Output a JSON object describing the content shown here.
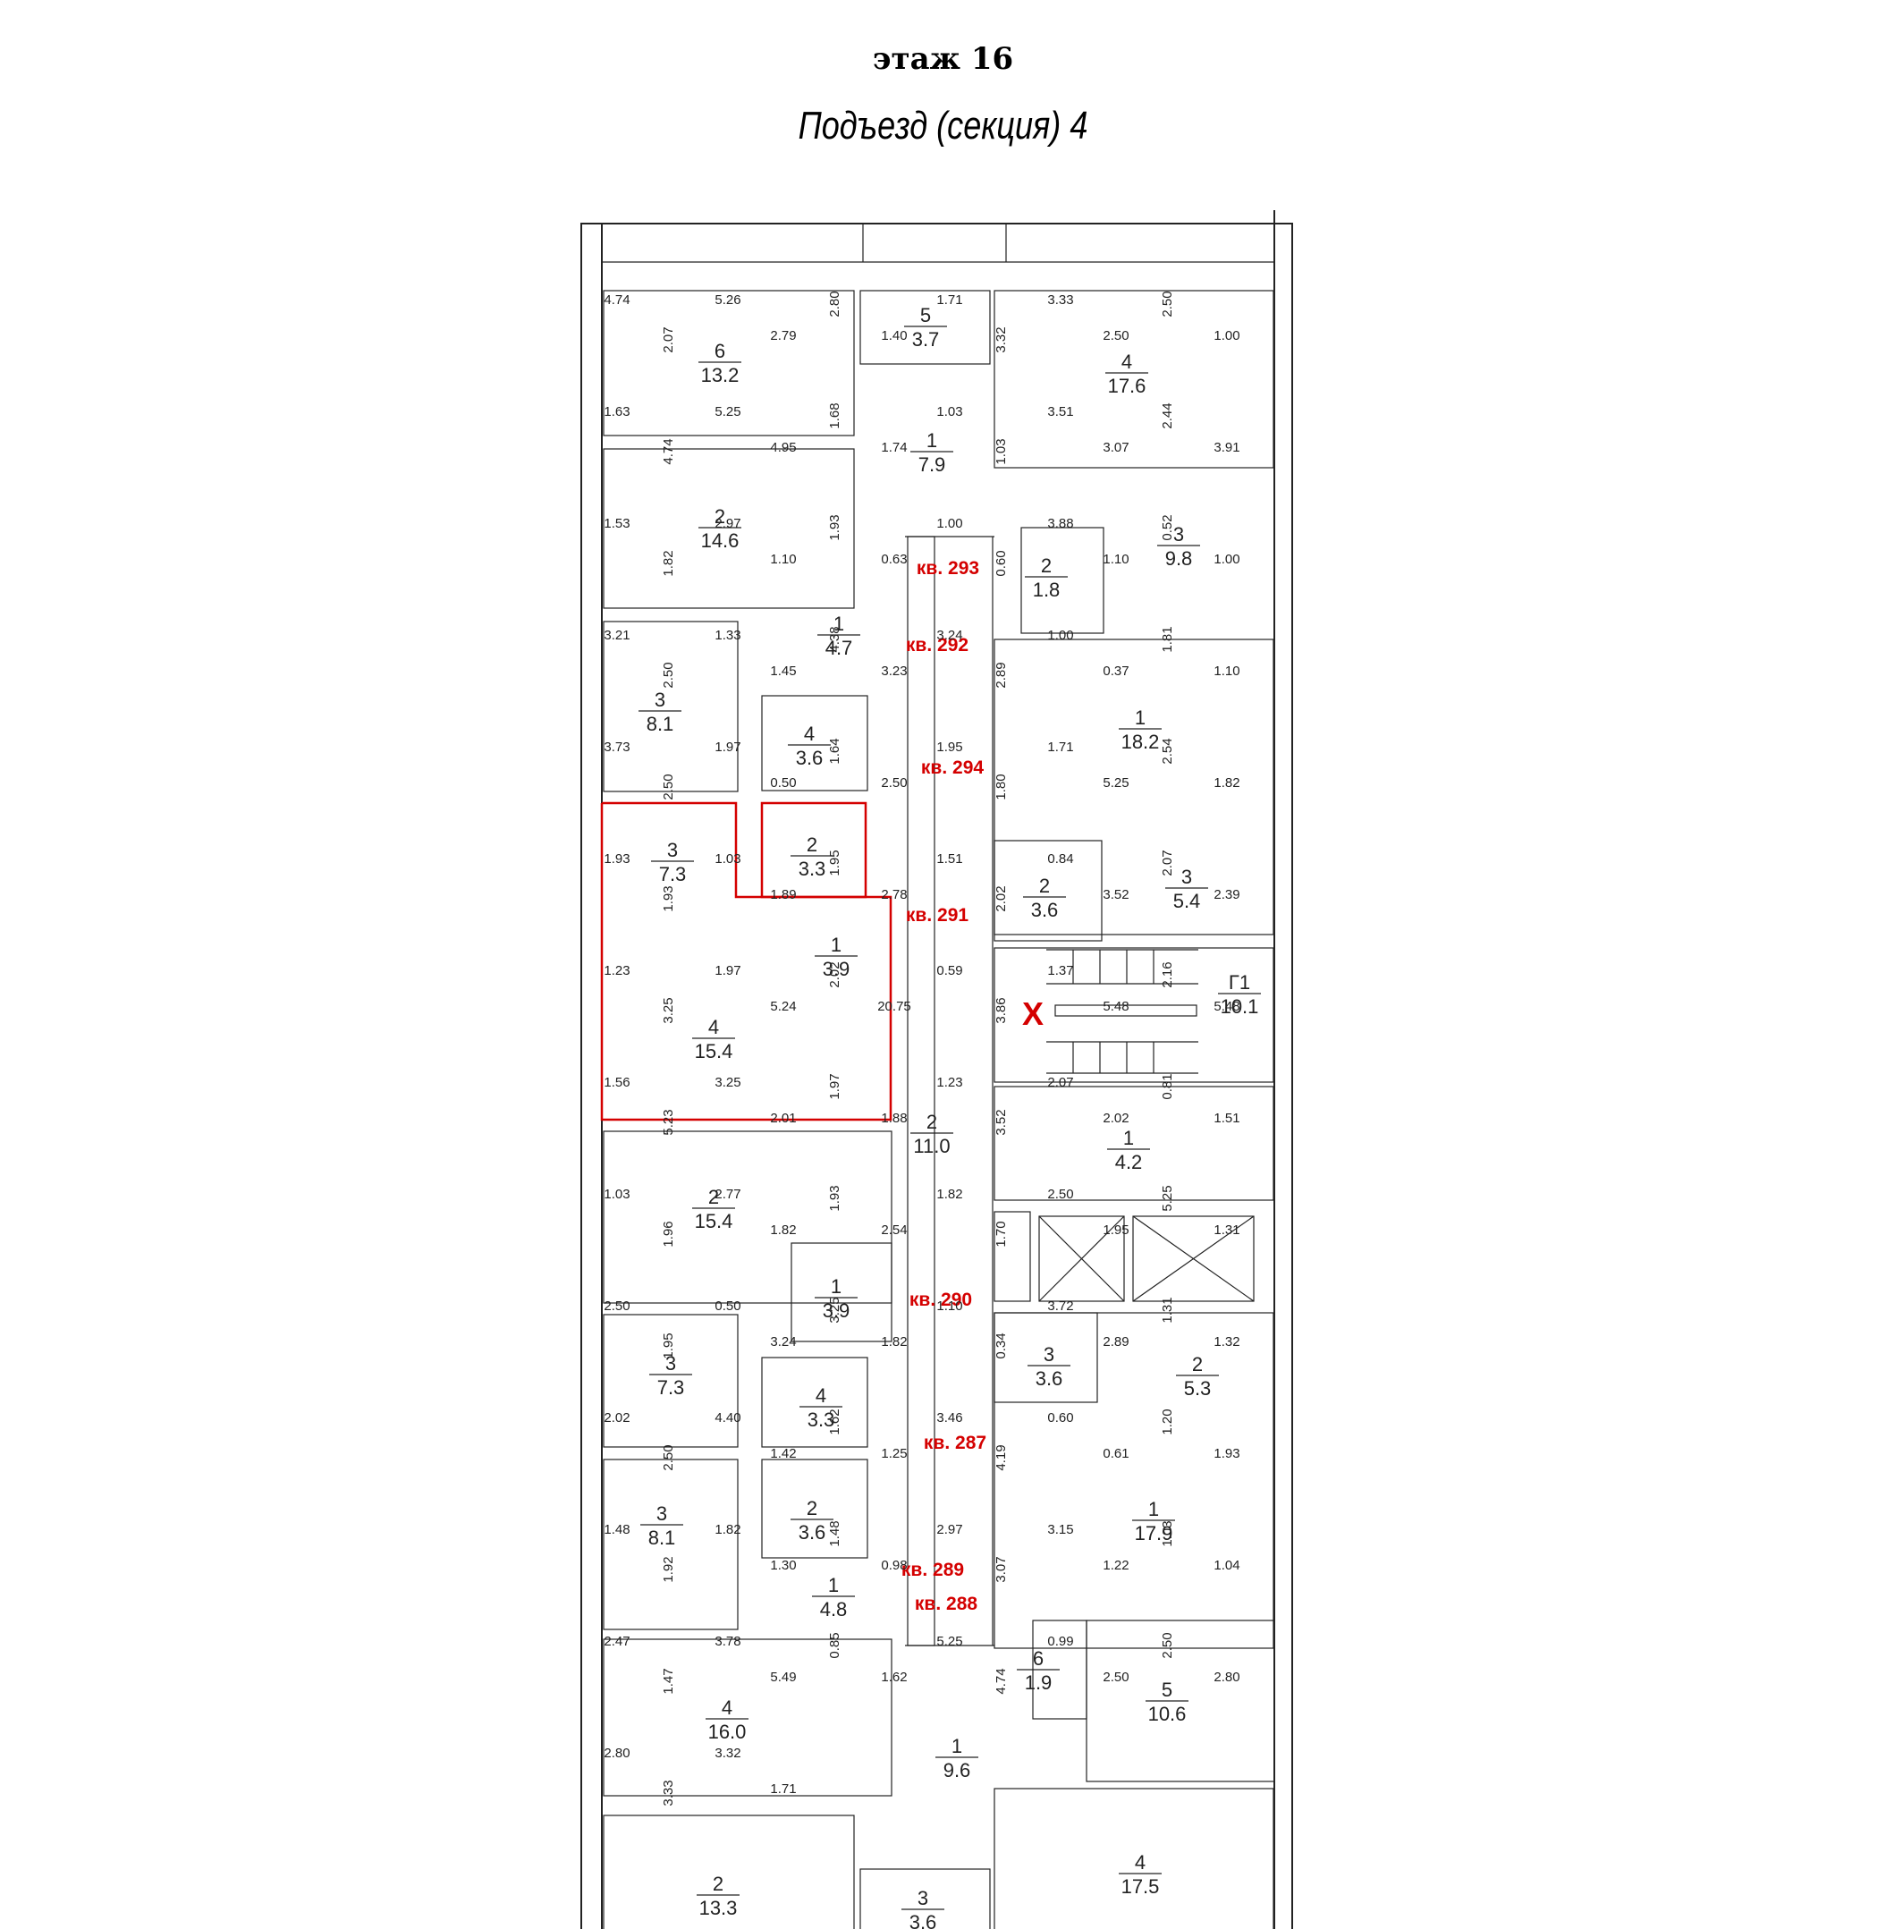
{
  "header": {
    "floor": "этаж 16",
    "section": "Подъезд (секция) 4"
  },
  "colors": {
    "highlight": "#d40000",
    "line": "#222222"
  },
  "rooms": [
    {
      "n": "6",
      "a": "13.2"
    },
    {
      "n": "5",
      "a": "3.7"
    },
    {
      "n": "4",
      "a": "17.6"
    },
    {
      "n": "1",
      "a": "7.9"
    },
    {
      "n": "2",
      "a": "14.6"
    },
    {
      "n": "3",
      "a": "9.8"
    },
    {
      "n": "2",
      "a": "1.8"
    },
    {
      "n": "1",
      "a": "4.7"
    },
    {
      "n": "3",
      "a": "8.1"
    },
    {
      "n": "4",
      "a": "3.6"
    },
    {
      "n": "1",
      "a": "18.2"
    },
    {
      "n": "3",
      "a": "7.3"
    },
    {
      "n": "2",
      "a": "3.3"
    },
    {
      "n": "2",
      "a": "3.6"
    },
    {
      "n": "3",
      "a": "5.4"
    },
    {
      "n": "1",
      "a": "3.9"
    },
    {
      "n": "4",
      "a": "15.4"
    },
    {
      "n": "Г1",
      "a": "10.1"
    },
    {
      "n": "2",
      "a": "11.0"
    },
    {
      "n": "1",
      "a": "4.2"
    },
    {
      "n": "2",
      "a": "15.4"
    },
    {
      "n": "1",
      "a": "3.9"
    },
    {
      "n": "3",
      "a": "7.3"
    },
    {
      "n": "4",
      "a": "3.3"
    },
    {
      "n": "3",
      "a": "3.6"
    },
    {
      "n": "2",
      "a": "5.3"
    },
    {
      "n": "3",
      "a": "8.1"
    },
    {
      "n": "2",
      "a": "3.6"
    },
    {
      "n": "1",
      "a": "17.9"
    },
    {
      "n": "1",
      "a": "4.8"
    },
    {
      "n": "4",
      "a": "16.0"
    },
    {
      "n": "6",
      "a": "1.9"
    },
    {
      "n": "5",
      "a": "10.6"
    },
    {
      "n": "1",
      "a": "9.6"
    },
    {
      "n": "2",
      "a": "13.3"
    },
    {
      "n": "4",
      "a": "17.5"
    },
    {
      "n": "3",
      "a": "3.6"
    }
  ],
  "apartments": [
    "кв. 293",
    "кв. 292",
    "кв. 294",
    "кв. 291",
    "кв. 290",
    "кв. 287",
    "кв. 289",
    "кв. 288"
  ],
  "dims": [
    "4.74",
    "2.07",
    "5.26",
    "2.79",
    "2.80",
    "1.40",
    "1.71",
    "3.32",
    "3.33",
    "2.50",
    "2.50",
    "1.00",
    "1.63",
    "4.74",
    "5.25",
    "4.95",
    "1.68",
    "1.74",
    "1.03",
    "1.03",
    "3.51",
    "3.07",
    "2.44",
    "3.91",
    "1.53",
    "1.82",
    "2.97",
    "1.10",
    "1.93",
    "0.63",
    "1.00",
    "0.60",
    "3.88",
    "1.10",
    "0.52",
    "1.00",
    "3.21",
    "2.50",
    "1.33",
    "1.45",
    "4.38",
    "3.23",
    "3.24",
    "2.89",
    "1.00",
    "0.37",
    "1.81",
    "1.10",
    "3.73",
    "2.50",
    "1.97",
    "0.50",
    "1.64",
    "2.50",
    "1.95",
    "1.80",
    "1.71",
    "5.25",
    "2.54",
    "1.82",
    "1.93",
    "1.93",
    "1.03",
    "1.89",
    "1.95",
    "2.78",
    "1.51",
    "2.02",
    "0.84",
    "3.52",
    "2.07",
    "2.39",
    "1.23",
    "3.25",
    "1.97",
    "5.24",
    "2.02",
    "20.75",
    "0.59",
    "3.86",
    "1.37",
    "5.48",
    "2.16",
    "5.48",
    "1.56",
    "5.23",
    "3.25",
    "2.01",
    "1.97",
    "1.88",
    "1.23",
    "3.52",
    "2.07",
    "2.02",
    "0.81",
    "1.51",
    "1.03",
    "1.96",
    "2.77",
    "1.82",
    "1.93",
    "2.54",
    "1.82",
    "1.70",
    "2.50",
    "1.95",
    "5.25",
    "1.31",
    "2.50",
    "1.95",
    "0.50",
    "3.24",
    "3.25",
    "1.82",
    "1.10",
    "0.34",
    "3.72",
    "2.89",
    "1.31",
    "1.32",
    "2.02",
    "2.50",
    "4.40",
    "1.42",
    "1.62",
    "1.25",
    "3.46",
    "4.19",
    "0.60",
    "0.61",
    "1.20",
    "1.93",
    "1.48",
    "1.92",
    "1.82",
    "1.30",
    "1.48",
    "0.98",
    "2.97",
    "3.07",
    "3.15",
    "1.22",
    "1.03",
    "1.04",
    "2.47",
    "1.47",
    "3.78",
    "5.49",
    "0.85",
    "1.62",
    "5.25",
    "4.74",
    "0.99",
    "2.50",
    "2.50",
    "2.80",
    "2.80",
    "3.33",
    "3.32",
    "1.71"
  ],
  "mark": "X"
}
